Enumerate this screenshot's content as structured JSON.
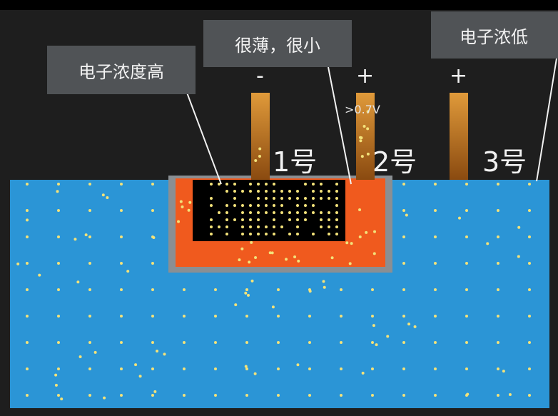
{
  "callouts": {
    "high_concentration": "电子浓度高",
    "thin_small": "很薄，很小",
    "low_concentration": "电子浓低"
  },
  "gates": [
    {
      "sign": "-",
      "label": "1号"
    },
    {
      "sign": "+",
      "label": "2号",
      "voltage": ">0.7V"
    },
    {
      "sign": "+",
      "label": "3号"
    }
  ],
  "colors": {
    "background": "#1e1e1e",
    "substrate": "#2b95d6",
    "inner_region": "#000000",
    "depletion_region": "#f05a1e",
    "halo": "#8a8f93",
    "electrode": "#d4892a",
    "electron_dot": "#f3e27a"
  }
}
